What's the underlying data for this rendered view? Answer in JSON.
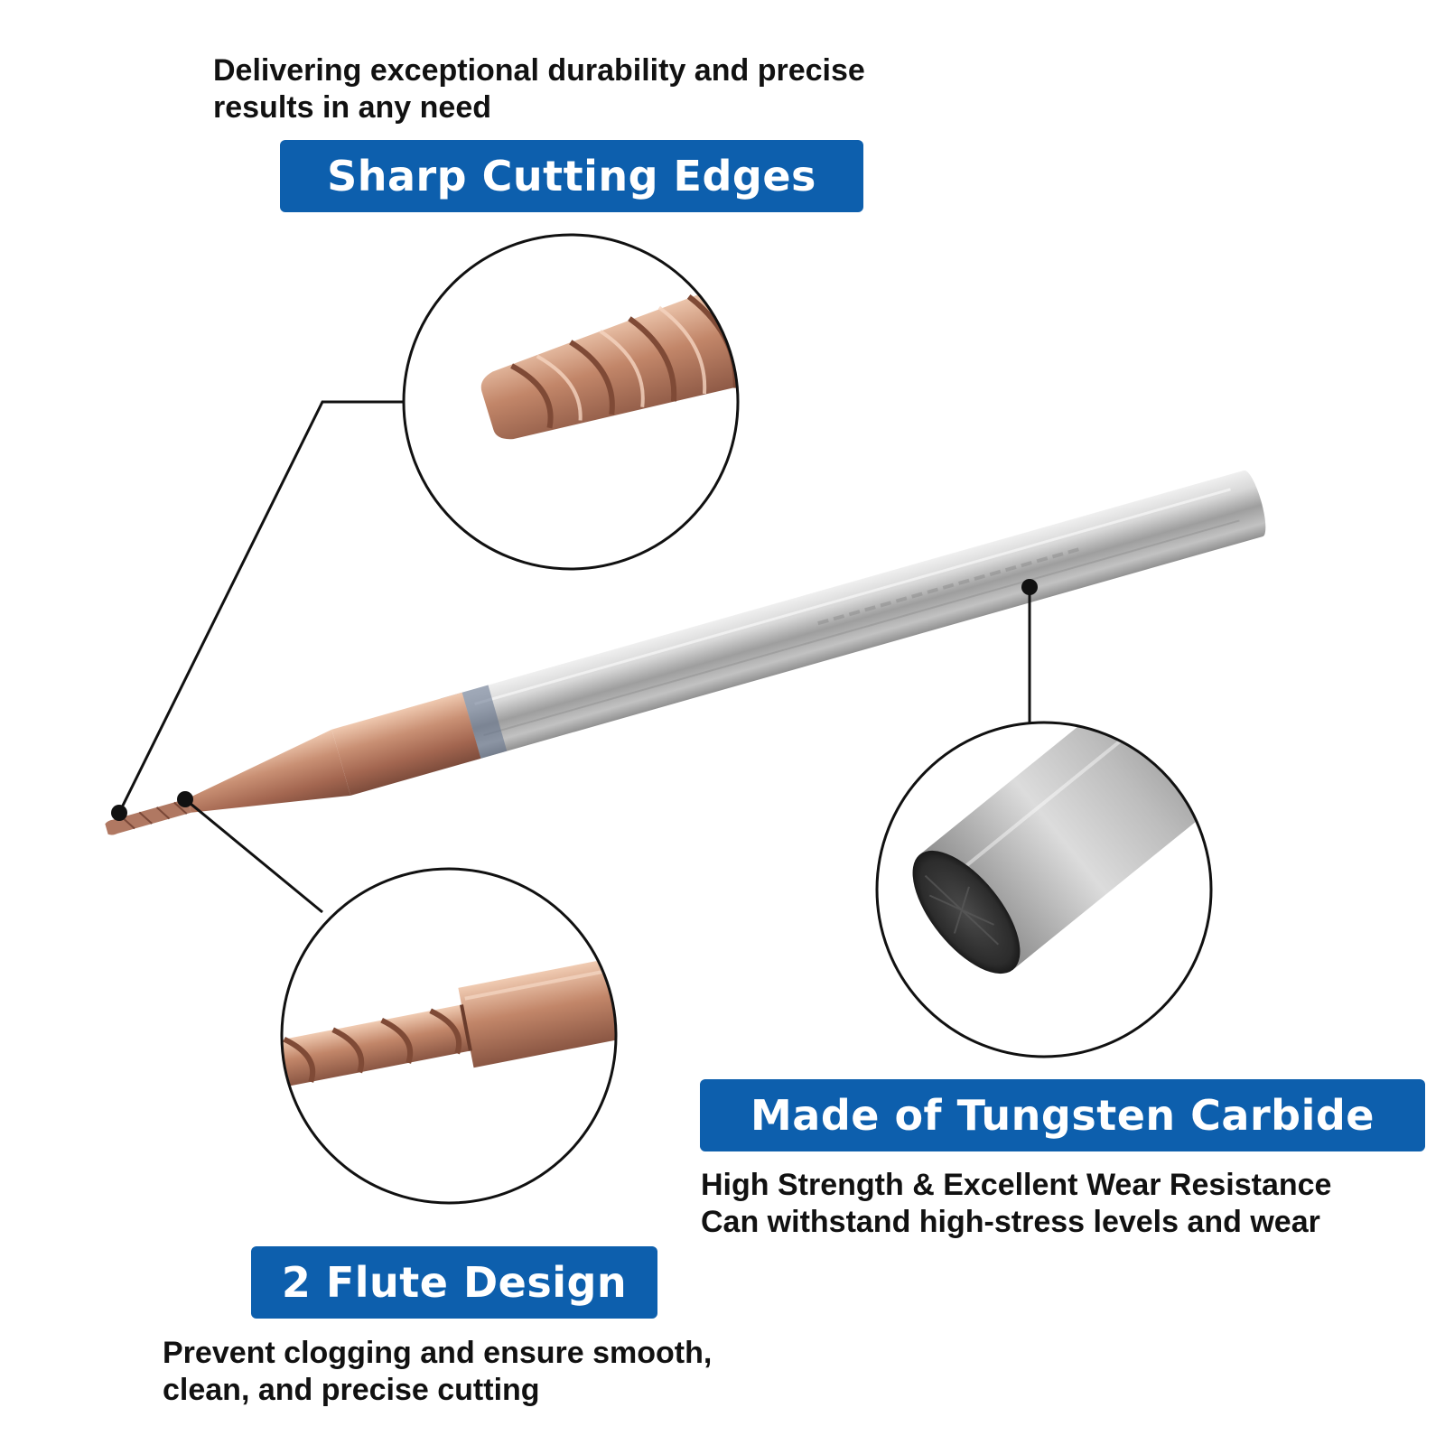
{
  "top_section": {
    "description_lines": [
      "Delivering exceptional durability and precise",
      "results in any need"
    ],
    "badge": "Sharp Cutting Edges"
  },
  "bottom_left_section": {
    "badge": "2 Flute Design",
    "description_lines": [
      "Prevent clogging and ensure smooth,",
      "clean, and precise cutting"
    ]
  },
  "right_section": {
    "badge": "Made of Tungsten Carbide",
    "description_lines": [
      "High Strength & Excellent Wear Resistance",
      "Can withstand high-stress levels and wear"
    ]
  },
  "colors": {
    "badge_blue": "#0d5fad",
    "coating_bronze": "#b67c5e",
    "shank_silver": "#c4c4c4"
  }
}
